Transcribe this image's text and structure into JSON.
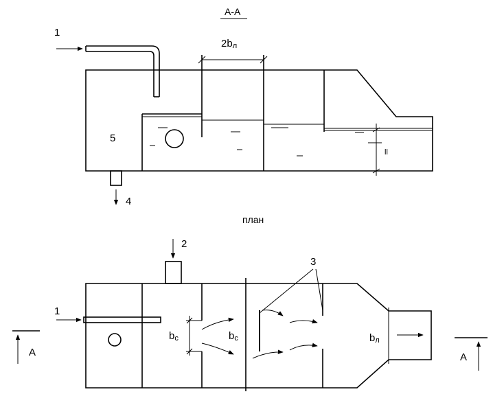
{
  "section": {
    "title": "А-А",
    "labels": {
      "inlet": "1",
      "drain": "4",
      "chamber": "5",
      "width_main": "2b",
      "width_sub": "л",
      "level": "ll"
    }
  },
  "plan": {
    "title": "план",
    "labels": {
      "inlet": "1",
      "inlet2": "2",
      "baffles": "3",
      "bc_main": "b",
      "bc_sub": "c",
      "bl_main": "b",
      "bl_sub": "л",
      "cut_left": "А",
      "cut_right": "А"
    }
  }
}
